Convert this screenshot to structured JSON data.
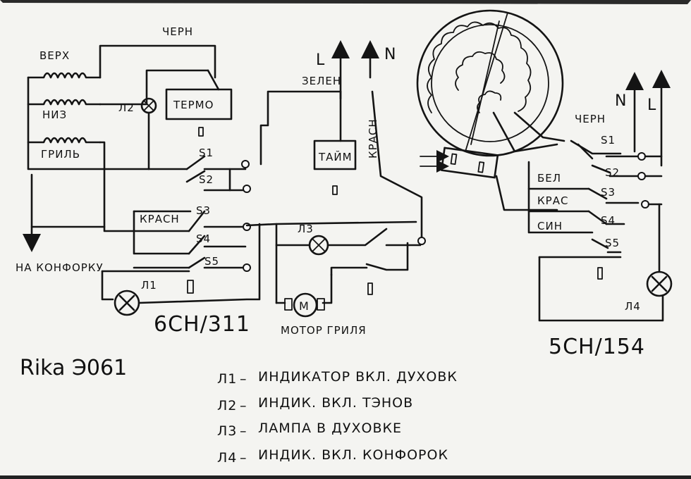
{
  "model": "Rika Э061",
  "left_block": {
    "name": "6СН/311",
    "heaters": [
      "ВЕРХ",
      "НИЗ",
      "ГРИЛЬ"
    ],
    "wire_black": "ЧЕРН",
    "thermostat": "ТЕРМО",
    "lamp_l2": "Л2",
    "lamp_l1": "Л1",
    "switches": [
      "S1",
      "S2",
      "S3",
      "S4",
      "S5"
    ],
    "wire_red": "КРАСН",
    "to_burner": "НА КОНФОРКУ"
  },
  "middle_block": {
    "phase": "L",
    "neutral": "N",
    "wire_green": "ЗЕЛЕН",
    "timer": "ТАЙМ",
    "wire_red": "КРАСН",
    "lamp_l3": "Л3",
    "motor_symbol": "M",
    "motor_label": "МОТОР ГРИЛЯ"
  },
  "right_block": {
    "name": "5СН/154",
    "neutral": "N",
    "phase": "L",
    "wire_black": "ЧЕРН",
    "wire_white": "БЕЛ",
    "wire_red": "КРАС",
    "wire_blue": "СИН",
    "switches": [
      "S1",
      "S2",
      "S3",
      "S4",
      "S5"
    ],
    "lamp_l4": "Л4"
  },
  "legend": [
    {
      "id": "Л1",
      "text": "ИНДИКАТОР ВКЛ. ДУХОВК"
    },
    {
      "id": "Л2",
      "text": "ИНДИК. ВКЛ. ТЭНОВ"
    },
    {
      "id": "Л3",
      "text": "ЛАМПА В ДУХОВКЕ"
    },
    {
      "id": "Л4",
      "text": "ИНДИК. ВКЛ. КОНФОРОК"
    }
  ]
}
